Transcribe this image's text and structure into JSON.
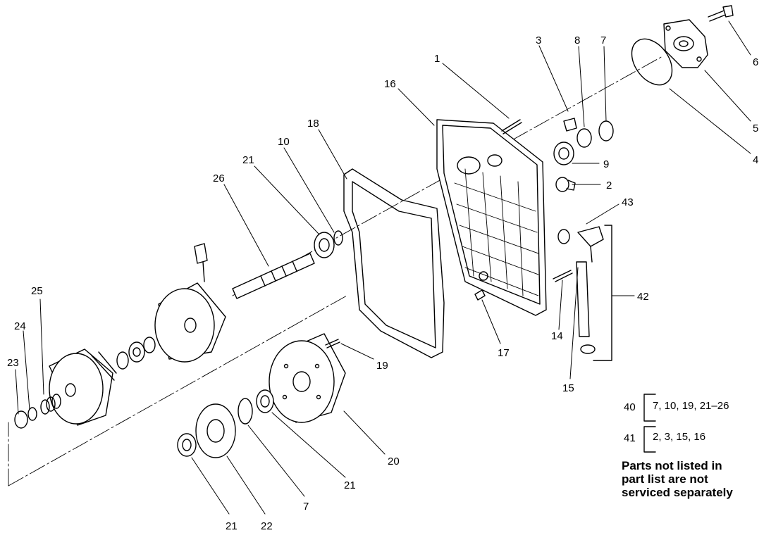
{
  "callouts": [
    "1",
    "3",
    "8",
    "7",
    "6",
    "16",
    "5",
    "18",
    "10",
    "21",
    "26",
    "4",
    "9",
    "2",
    "43",
    "42",
    "25",
    "24",
    "23",
    "19",
    "17",
    "14",
    "15",
    "20",
    "21",
    "7",
    "21",
    "22"
  ],
  "groups": [
    {
      "number": "40",
      "items": "7, 10, 19, 21–26"
    },
    {
      "number": "41",
      "items": "2, 3, 15, 16"
    }
  ],
  "note": {
    "line1": "Parts not listed in",
    "line2": "part list are not",
    "line3": "serviced separately"
  }
}
